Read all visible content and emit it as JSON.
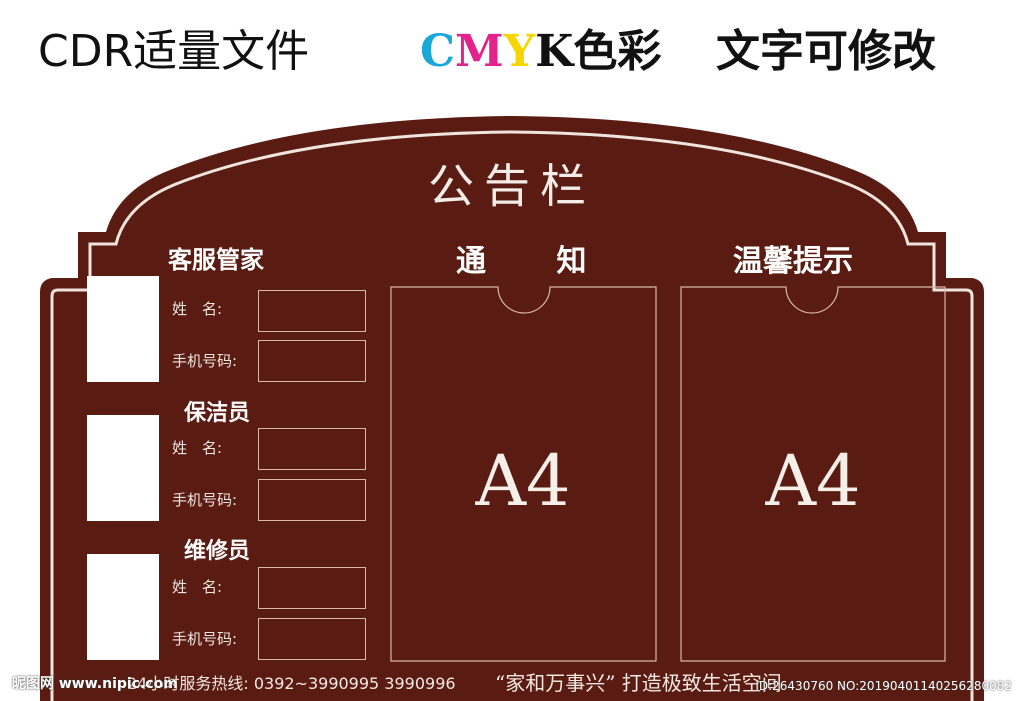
{
  "header": {
    "cdr": "CDR适量文件",
    "cmyk_letters": [
      "C",
      "M",
      "Y",
      "K"
    ],
    "cmyk_suffix": "色彩",
    "editable": "文字可修改",
    "cmyk_colors": [
      "#18a8d8",
      "#e3238c",
      "#f5d600",
      "#111111"
    ]
  },
  "board": {
    "color": "#5a1c12",
    "title": "公告栏",
    "staff_header": "客服管家",
    "notice_header": "通 知",
    "tips_header": "温馨提示",
    "sections": [
      {
        "title": "",
        "name_label": "姓　名:",
        "phone_label": "手机号码:"
      },
      {
        "title": "保洁员",
        "name_label": "姓　名:",
        "phone_label": "手机号码:"
      },
      {
        "title": "维修员",
        "name_label": "姓　名:",
        "phone_label": "手机号码:"
      }
    ],
    "notice_a4": "A4",
    "tips_a4": "A4",
    "hotline": "24小时服务热线: 0392~3990995  3990996",
    "slogan": "“家和万事兴” 打造极致生活空间"
  },
  "watermark": {
    "left": "昵图网 www.nipic.com",
    "right": "ID:26430760 NO:20190401140256280082"
  }
}
